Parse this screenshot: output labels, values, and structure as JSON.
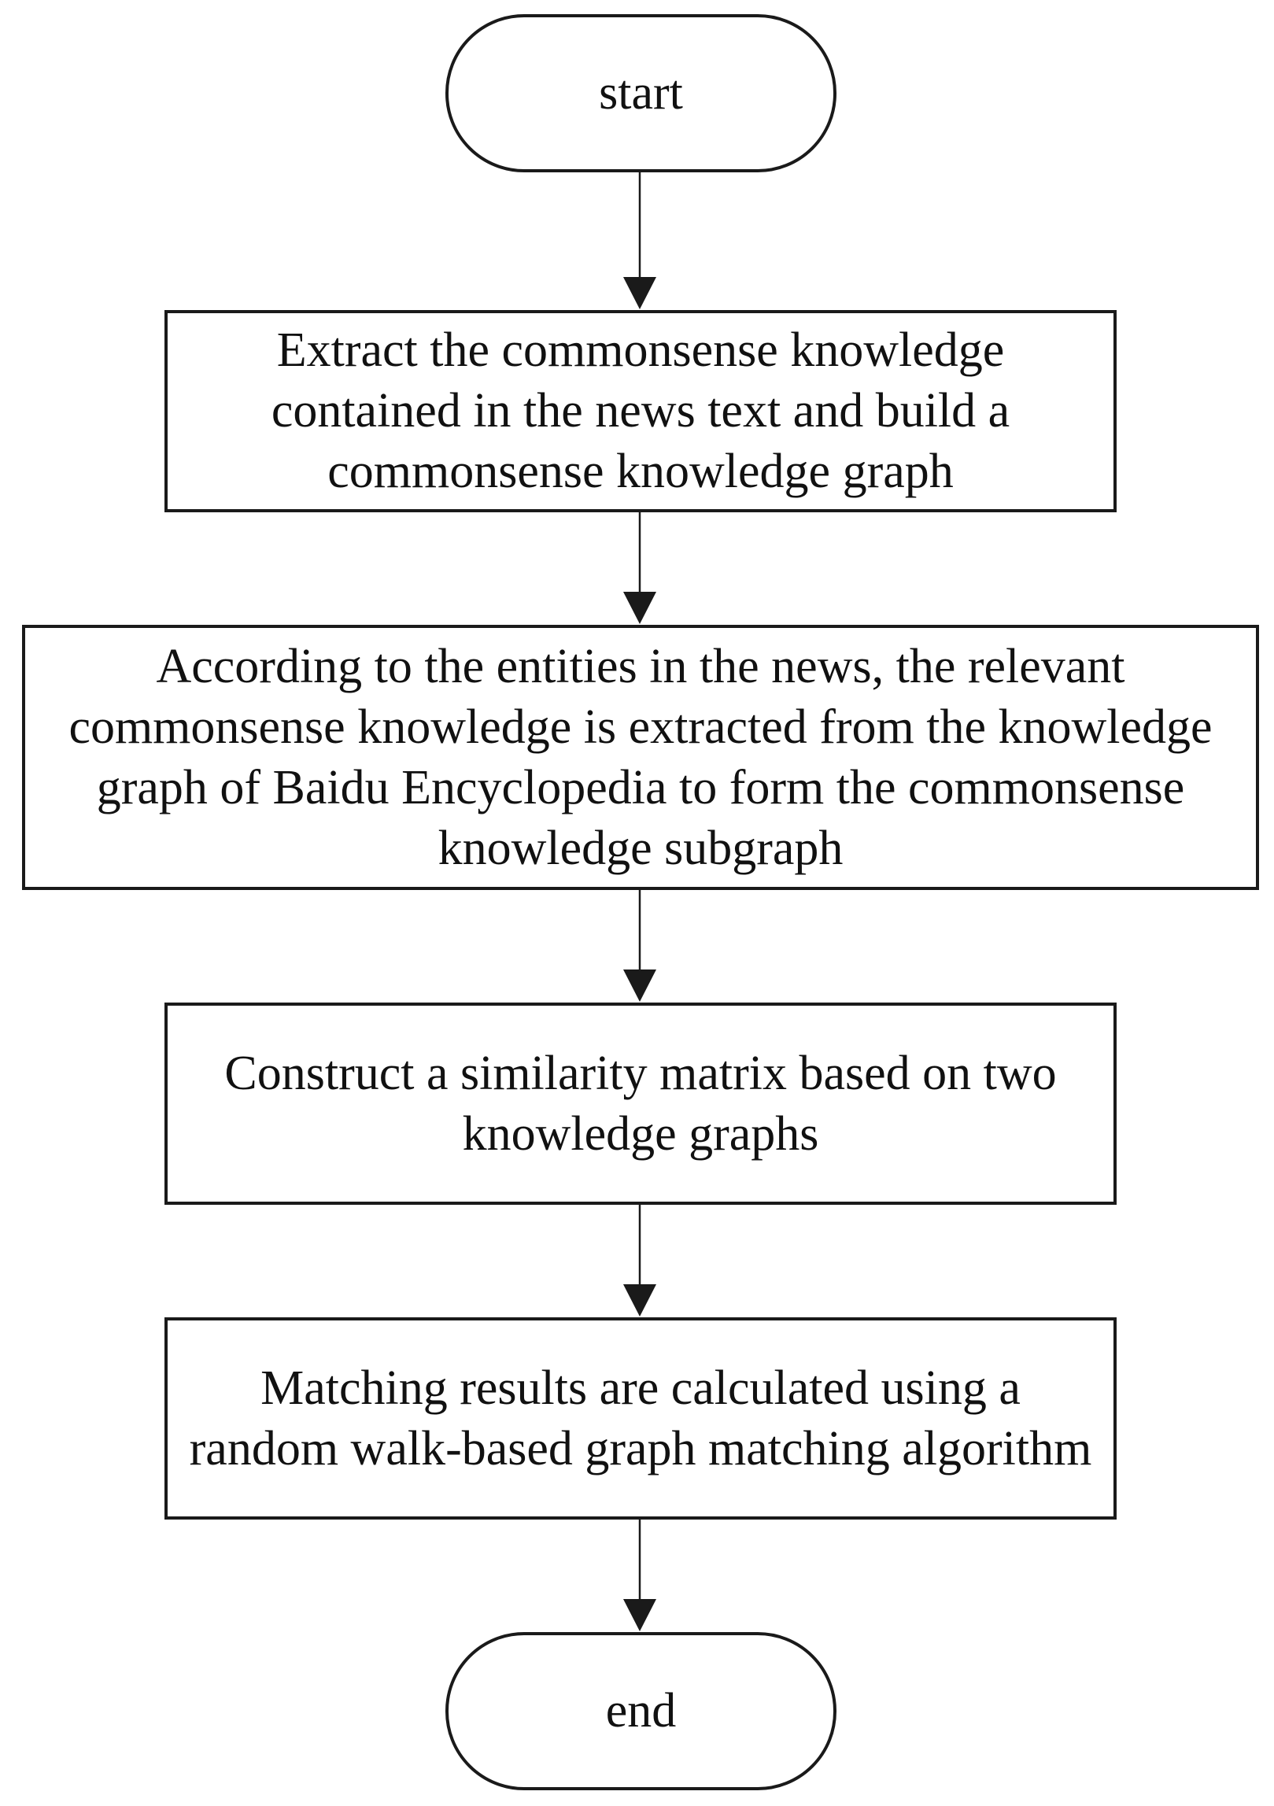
{
  "flowchart": {
    "start": "start",
    "steps": [
      "Extract the commonsense knowledge contained in the news text and build a commonsense knowledge graph",
      "According to the entities in the news, the relevant commonsense knowledge is extracted from the knowledge graph of Baidu Encyclopedia to form the commonsense knowledge subgraph",
      "Construct a similarity matrix based on two knowledge graphs",
      "Matching results are calculated using a random walk-based graph matching algorithm"
    ],
    "end": "end"
  }
}
